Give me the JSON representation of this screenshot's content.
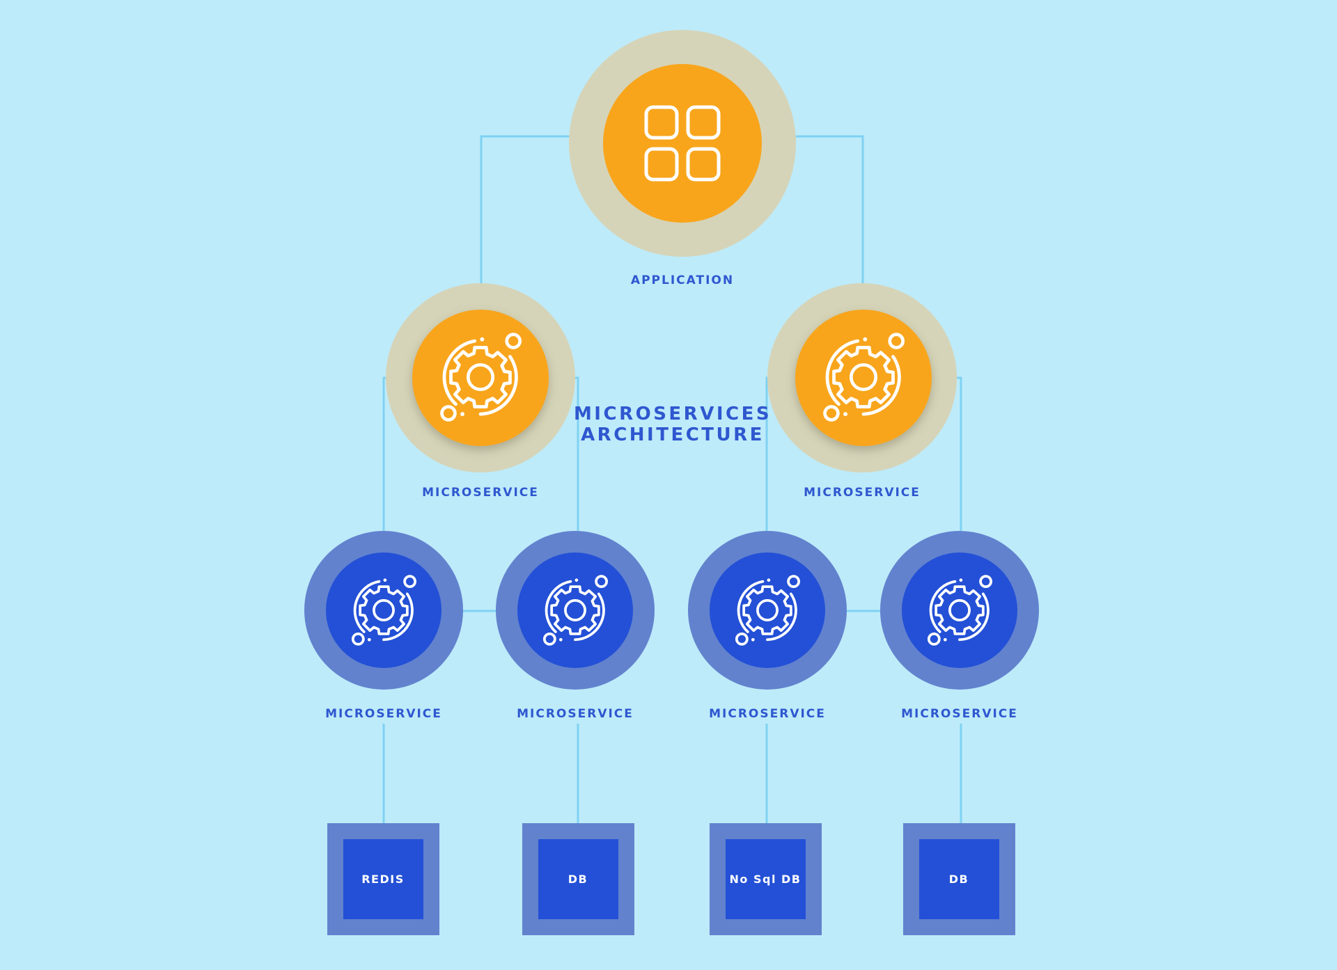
{
  "title": {
    "line1": "MICROSERVICES",
    "line2": "ARCHITECTURE"
  },
  "application": {
    "label": "APPLICATION",
    "icon": "app-grid-icon"
  },
  "services": [
    {
      "label": "MICROSERVICE",
      "icon": "gear-orbit-icon"
    },
    {
      "label": "MICROSERVICE",
      "icon": "gear-orbit-icon"
    }
  ],
  "subservices": [
    {
      "label": "MICROSERVICE",
      "icon": "gear-orbit-icon"
    },
    {
      "label": "MICROSERVICE",
      "icon": "gear-orbit-icon"
    },
    {
      "label": "MICROSERVICE",
      "icon": "gear-orbit-icon"
    },
    {
      "label": "MICROSERVICE",
      "icon": "gear-orbit-icon"
    }
  ],
  "stores": [
    {
      "label": "REDIS"
    },
    {
      "label": "DB"
    },
    {
      "label": "No Sql DB"
    },
    {
      "label": "DB"
    }
  ],
  "colors": {
    "background": "#bdebfa",
    "connector": "#7fd2f2",
    "orange": "#f8a51c",
    "orange_ring": "#d6d4b8",
    "blue": "#2350d6",
    "blue_ring": "#6282ce",
    "label": "#2f57cf"
  }
}
